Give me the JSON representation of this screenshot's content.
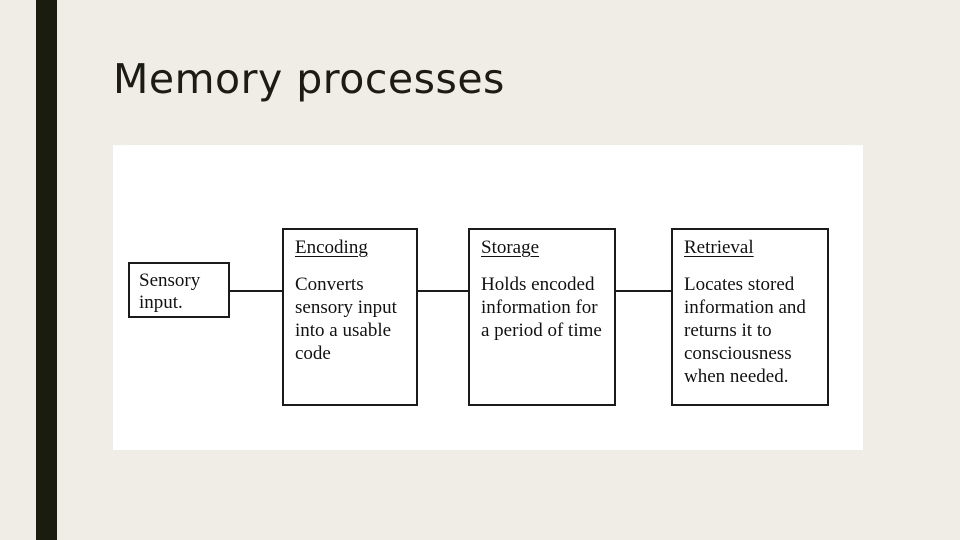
{
  "slide": {
    "title": "Memory processes",
    "background_color": "#EFEDE5",
    "accent_bar_color": "#1A1C0E",
    "panel_background": "#FFFFFF"
  },
  "diagram": {
    "type": "flowchart",
    "orientation": "left-to-right",
    "boxes": [
      {
        "id": "sensory-input",
        "heading": "",
        "body": "Sensory input."
      },
      {
        "id": "encoding",
        "heading": "Encoding",
        "body": "Converts sensory input into a usable code"
      },
      {
        "id": "storage",
        "heading": "Storage",
        "body": "Holds encoded information for a period of time"
      },
      {
        "id": "retrieval",
        "heading": "Retrieval",
        "body": "Locates stored information and returns it to consciousness when needed."
      }
    ],
    "connectors": [
      {
        "from": "sensory-input",
        "to": "encoding"
      },
      {
        "from": "encoding",
        "to": "storage"
      },
      {
        "from": "storage",
        "to": "retrieval"
      }
    ]
  }
}
